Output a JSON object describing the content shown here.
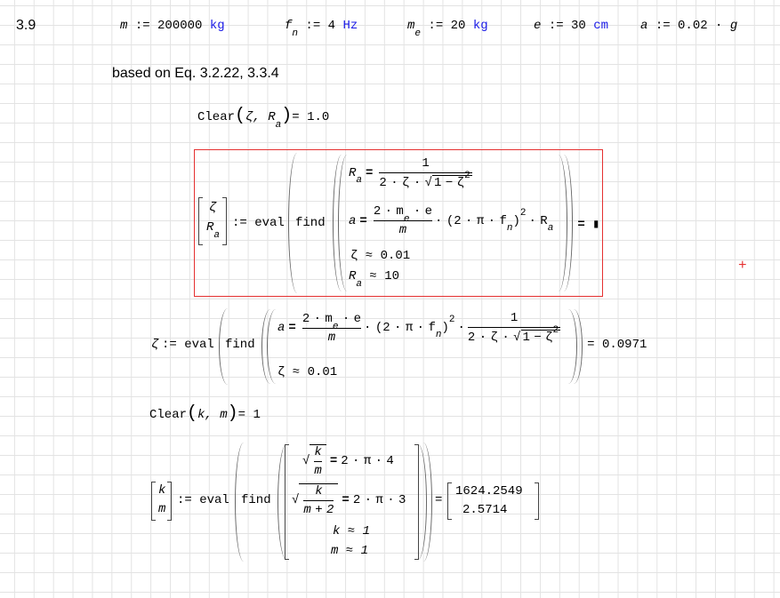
{
  "section": "3.9",
  "defs": {
    "m": {
      "var": "m",
      "op": ":=",
      "value": "200000",
      "unit": "kg"
    },
    "fn": {
      "var": "f",
      "sub": "n",
      "op": ":=",
      "value": "4",
      "unit": "Hz"
    },
    "me": {
      "var": "m",
      "sub": "e",
      "op": ":=",
      "value": "20",
      "unit": "kg"
    },
    "e": {
      "var": "e",
      "op": ":=",
      "value": "30",
      "unit": "cm"
    },
    "a": {
      "var": "a",
      "op": ":=",
      "value": "0.02 ·",
      "factor": "g"
    }
  },
  "note": "based on Eq. 3.2.22, 3.3.4",
  "clear1": {
    "fn": "Clear",
    "args": "ζ, ",
    "arg2": "R",
    "arg2_sub": "a",
    "result": "= 1.0"
  },
  "block1": {
    "lhs": [
      "ζ",
      "R"
    ],
    "lhs_sub": "a",
    "assign": ":= eval",
    "find": "find",
    "eq1": {
      "lhs": "R",
      "lhs_sub": "a",
      "num": "1",
      "den_pre": "2 · ζ ·",
      "sqrt_body": "1 − ζ",
      "exp": "2"
    },
    "eq2": {
      "lhs": "a",
      "num_pre": "2 · m",
      "num_sub": "e",
      "num_post": " · e",
      "den": "m",
      "mid": "· (2 · π · f",
      "mid_sub": "n",
      "mid_post": ")",
      "exp": "2",
      "tail": "· R",
      "tail_sub": "a"
    },
    "guess1": "ζ ≈ 0.01",
    "guess2": "R",
    "guess2_sub": "a",
    "guess2_val": " ≈ 10",
    "result": "= ▮"
  },
  "block2": {
    "lhs": "ζ",
    "assign": ":= eval",
    "find": "find",
    "eq": {
      "lhs": "a",
      "num_pre": "2 · m",
      "num_sub": "e",
      "num_post": " · e",
      "den": "m",
      "mid": "· (2 · π · f",
      "mid_sub": "n",
      "mid_post": ")",
      "exp": "2",
      "dot": "·",
      "num2": "1",
      "den2_pre": "2 · ζ ·",
      "sqrt_body": "1 − ζ",
      "exp2": "2"
    },
    "guess": "ζ ≈ 0.01",
    "result": "= 0.0971"
  },
  "clear2": {
    "fn": "Clear",
    "args": "k, m",
    "result": "= 1"
  },
  "block3": {
    "lhs": [
      "k",
      "m"
    ],
    "assign": ":= eval",
    "find": "find",
    "eq1": {
      "num": "k",
      "den": "m",
      "rhs": "2 · π · 4"
    },
    "eq2": {
      "num": "k",
      "den": "m + 2",
      "rhs": "2 · π · 3"
    },
    "guess1": "k ≈ 1",
    "guess2": "m ≈ 1",
    "eq_sign": "=",
    "results": [
      "1624.2549",
      "2.5714"
    ]
  },
  "ops": {
    "eq": "="
  },
  "colors": {
    "unit": "#1a1ae6",
    "selection": "#e53030"
  }
}
